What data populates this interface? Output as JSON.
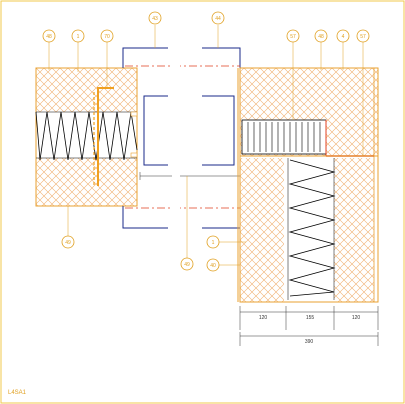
{
  "colors": {
    "frame": "#f2c94c",
    "outline": "#e8a030",
    "hatch": "#f0b070",
    "blue": "#1a2a8a",
    "red": "#e04020",
    "dim": "#333333",
    "tag": "#e0a020"
  },
  "drawing_code": "L4SA1",
  "callouts": {
    "top_left_1": "48",
    "top_left_2": "1",
    "top_left_3": "70",
    "top_mid_1": "43",
    "top_mid_2": "44",
    "top_right_1": "57",
    "top_right_2": "48",
    "top_right_3": "4",
    "top_right_4": "57",
    "left_bottom": "49",
    "mid_bottom": "49",
    "right_mid_1": "1",
    "right_mid_2": "40"
  },
  "dimensions": {
    "seg1": "120",
    "seg2": "155",
    "seg3": "120",
    "total": "390"
  }
}
